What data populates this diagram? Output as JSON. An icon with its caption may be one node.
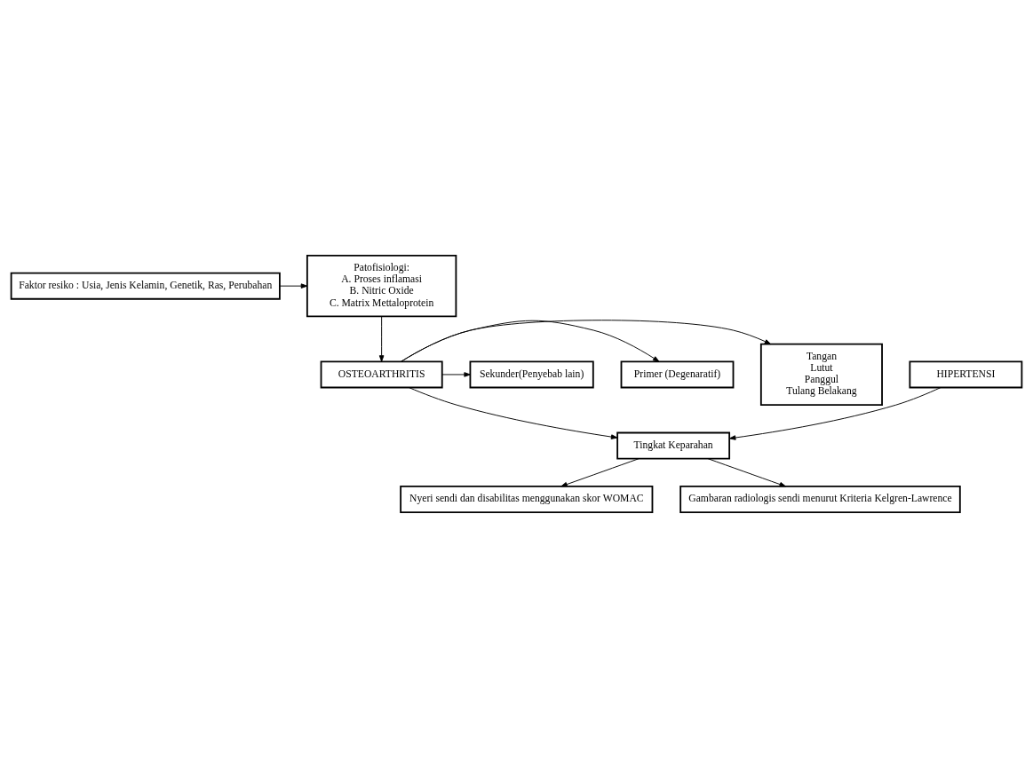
{
  "diagram": {
    "nodes": [
      {
        "text": [
          "Faktor resiko : Usia, Jenis Kelamin, Genetik, Ras, Perubahan"
        ]
      },
      {
        "text": [
          "Patofisiologi:",
          "A. Proses inflamasi",
          "B. Nitric Oxide",
          "C. Matrix Mettaloprotein"
        ]
      },
      {
        "text": [
          "Tangan",
          "Lutut",
          "Panggul",
          "Tulang Belakang"
        ]
      },
      {
        "text": [
          "OSTEOARTHRITIS"
        ]
      },
      {
        "text": [
          "Primer (Degenaratif)"
        ]
      },
      {
        "text": [
          "Sekunder(Penyebab lain)"
        ]
      },
      {
        "text": [
          "HIPERTENSI"
        ]
      },
      {
        "text": [
          "Tingkat Keparahan"
        ]
      },
      {
        "text": [
          "Nyeri sendi dan disabilitas menggunakan skor WOMAC"
        ]
      },
      {
        "text": [
          "Gambaran radiologis sendi menurut Kriteria Kelgren-Lawrence"
        ]
      }
    ],
    "edges": [
      {
        "from": 0,
        "to": 1,
        "arrow": "to"
      },
      {
        "from": 1,
        "to": 3,
        "arrow": "to"
      },
      {
        "from": 3,
        "to": 2,
        "arrow": "to"
      },
      {
        "from": 3,
        "to": 4,
        "arrow": "to"
      },
      {
        "from": 3,
        "to": 5,
        "arrow": "to"
      },
      {
        "from": 3,
        "to": 7,
        "arrow": "to"
      },
      {
        "from": 6,
        "to": 7,
        "arrow": "to"
      },
      {
        "from": 7,
        "to": 8,
        "arrow": "to"
      },
      {
        "from": 7,
        "to": 9,
        "arrow": "to"
      }
    ]
  }
}
